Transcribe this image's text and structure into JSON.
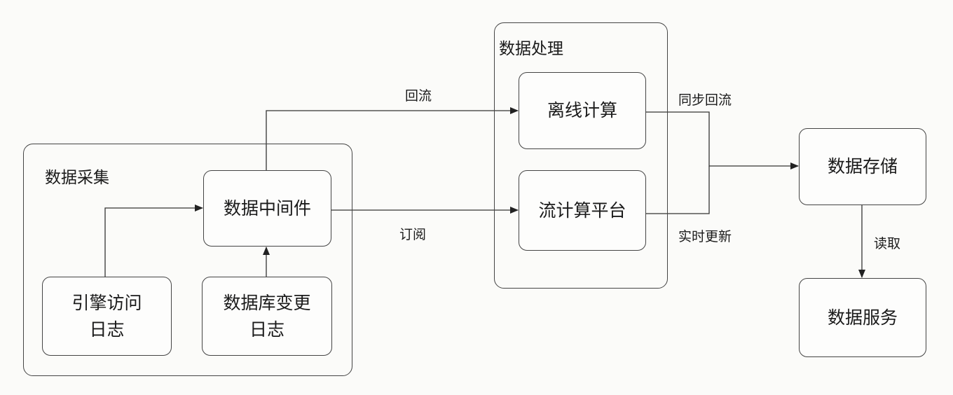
{
  "groups": {
    "collection": "数据采集",
    "processing": "数据处理"
  },
  "nodes": {
    "middleware": "数据中间件",
    "engine_log": "引擎访问\n日志",
    "db_change_log": "数据库变更\n日志",
    "offline_compute": "离线计算",
    "stream_compute": "流计算平台",
    "storage": "数据存储",
    "service": "数据服务"
  },
  "edges": {
    "backflow": "回流",
    "subscribe": "订阅",
    "sync_backflow": "同步回流",
    "realtime_update": "实时更新",
    "read": "读取"
  }
}
